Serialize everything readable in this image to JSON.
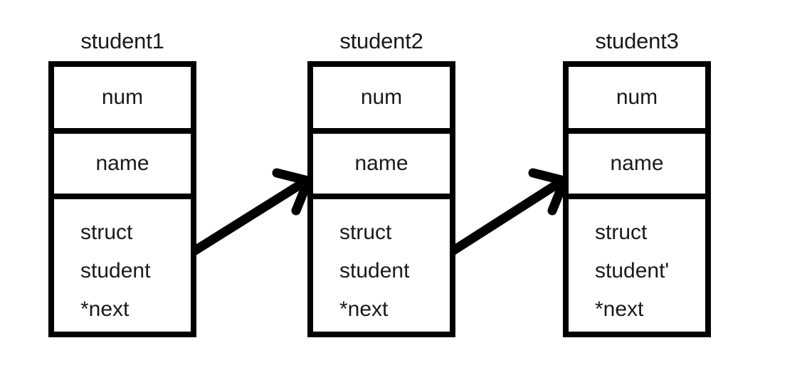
{
  "diagram": {
    "title": "linked-list-of-struct-student-nodes",
    "background_color": "#ffffff",
    "stroke_color": "#000000",
    "text_color": "#1a1a1a"
  },
  "nodes": [
    {
      "title": "student1",
      "fields": {
        "num": "num",
        "name": "name",
        "next_line1": "struct",
        "next_line2": "student",
        "next_line3": "*next",
        "next_stub": ""
      }
    },
    {
      "title": "student2",
      "fields": {
        "num": "num",
        "name": "name",
        "next_line1": "struct",
        "next_line2": "student",
        "next_line3": "*next",
        "next_stub": ""
      }
    },
    {
      "title": "student3",
      "fields": {
        "num": "num",
        "name": "name",
        "next_line1": "struct",
        "next_line2": "student",
        "next_line3": "*next",
        "next_stub": "'"
      }
    }
  ],
  "arrows": [
    {
      "from": "student1-next-pointer",
      "to": "student2-node"
    },
    {
      "from": "student2-next-pointer",
      "to": "student3-node"
    }
  ]
}
